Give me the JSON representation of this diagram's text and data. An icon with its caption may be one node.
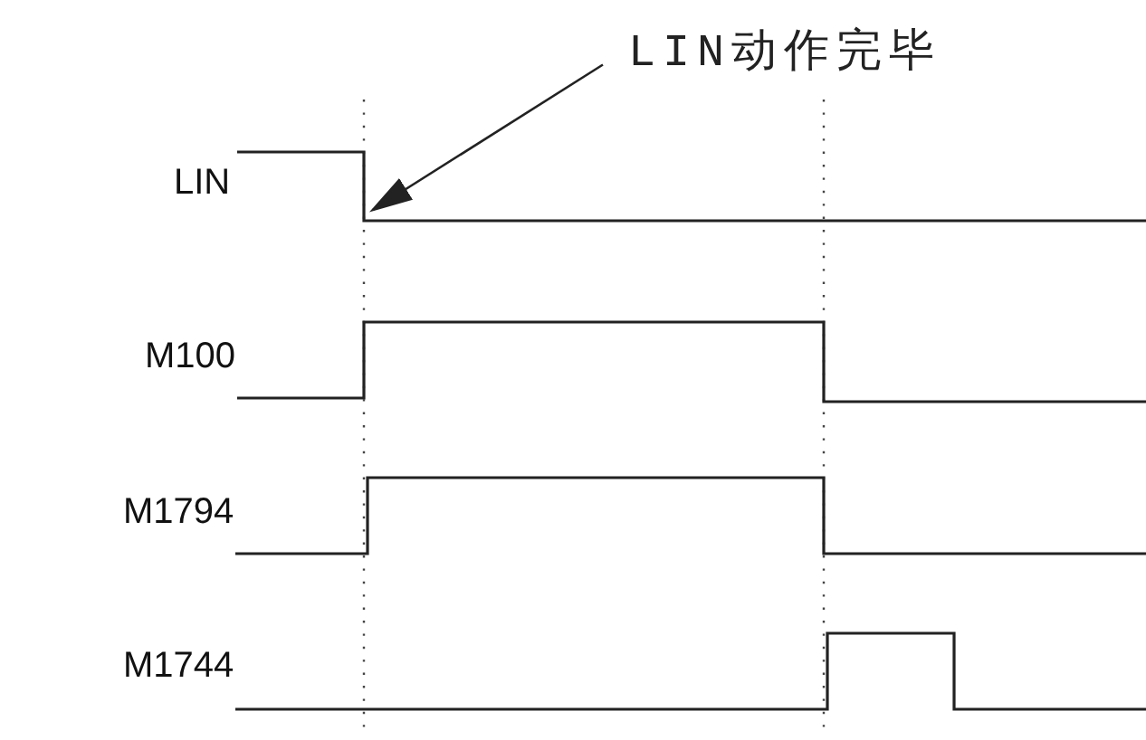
{
  "diagram": {
    "nodes": [
      {
        "text": [
          "LIN动作完毕"
        ]
      },
      {
        "text": [],
        "shape": "line",
        "beside": [
          "LIN"
        ]
      }
    ],
    "edges": [
      {
        "from": 0,
        "to": 1,
        "arrow": "to"
      }
    ],
    "labels": [
      "M100",
      "M1794",
      "M1744"
    ]
  }
}
